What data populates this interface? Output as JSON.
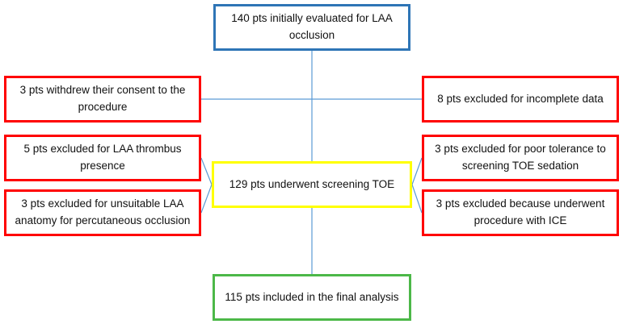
{
  "colors": {
    "start_border": "#2e75b6",
    "exclusion_border": "#ff0000",
    "screening_border": "#ffff00",
    "final_border": "#4cb848",
    "connector": "#5b9bd5"
  },
  "flowchart": {
    "initial": "140 pts initially evaluated for LAA occlusion",
    "withdrew": "3 pts withdrew their consent to the procedure",
    "incomplete": "8 pts excluded for incomplete data",
    "thrombus": "5 pts excluded for LAA thrombus presence",
    "poor_tolerance": "3 pts excluded for poor tolerance to screening TOE sedation",
    "screening": "129 pts underwent screening TOE",
    "anatomy": "3 pts excluded for unsuitable LAA anatomy for percutaneous occlusion",
    "ice": "3 pts excluded because underwent procedure with ICE",
    "final": "115 pts included in the final analysis"
  }
}
